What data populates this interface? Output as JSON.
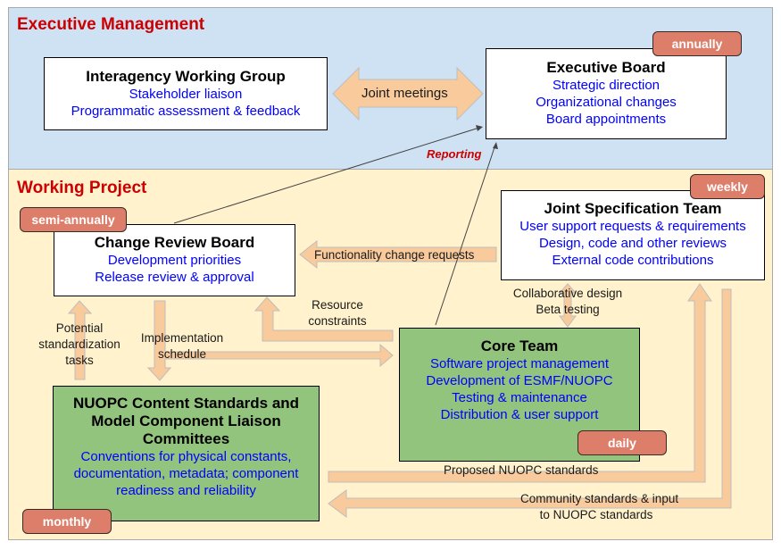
{
  "sections": {
    "executive": {
      "title": "Executive Management",
      "bg_color": "#cfe2f3"
    },
    "working": {
      "title": "Working Project",
      "bg_color": "#fff2cc"
    }
  },
  "colors": {
    "title_red": "#cc0000",
    "item_blue": "#0000ff",
    "badge": "#dd7e6b",
    "arrow_fill": "#f9cb9c",
    "green_box": "#93c47d"
  },
  "boxes": {
    "iwg": {
      "title": "Interagency Working Group",
      "items": [
        "Stakeholder liaison",
        "Programmatic assessment & feedback"
      ]
    },
    "exec_board": {
      "title": "Executive Board",
      "items": [
        "Strategic direction",
        "Organizational changes",
        "Board appointments"
      ],
      "frequency": "annually"
    },
    "crb": {
      "title": "Change Review Board",
      "items": [
        "Development priorities",
        "Release review & approval"
      ],
      "frequency": "semi-annually"
    },
    "jst": {
      "title": "Joint Specification Team",
      "items": [
        "User support requests & requirements",
        "Design, code and other reviews",
        "External code contributions"
      ],
      "frequency": "weekly"
    },
    "core": {
      "title": "Core Team",
      "items": [
        "Software project management",
        "Development of ESMF/NUOPC",
        "Testing & maintenance",
        "Distribution & user support"
      ],
      "frequency": "daily"
    },
    "nuopc": {
      "title_lines": [
        "NUOPC Content Standards and",
        "Model Component Liaison",
        "Committees"
      ],
      "items": [
        "Conventions for physical constants,",
        "documentation, metadata; component",
        "readiness and reliability"
      ],
      "frequency": "monthly"
    }
  },
  "arrows": {
    "joint_meetings": "Joint meetings",
    "reporting": "Reporting",
    "functionality_change": "Functionality change requests",
    "resource_constraints": [
      "Resource",
      "constraints"
    ],
    "implementation_schedule": [
      "Implementation",
      "schedule"
    ],
    "potential_tasks": [
      "Potential",
      "standardization",
      "tasks"
    ],
    "collaborative": [
      "Collaborative design",
      "Beta testing"
    ],
    "proposed_standards": "Proposed NUOPC standards",
    "community_standards": [
      "Community standards & input",
      "to NUOPC standards"
    ]
  }
}
